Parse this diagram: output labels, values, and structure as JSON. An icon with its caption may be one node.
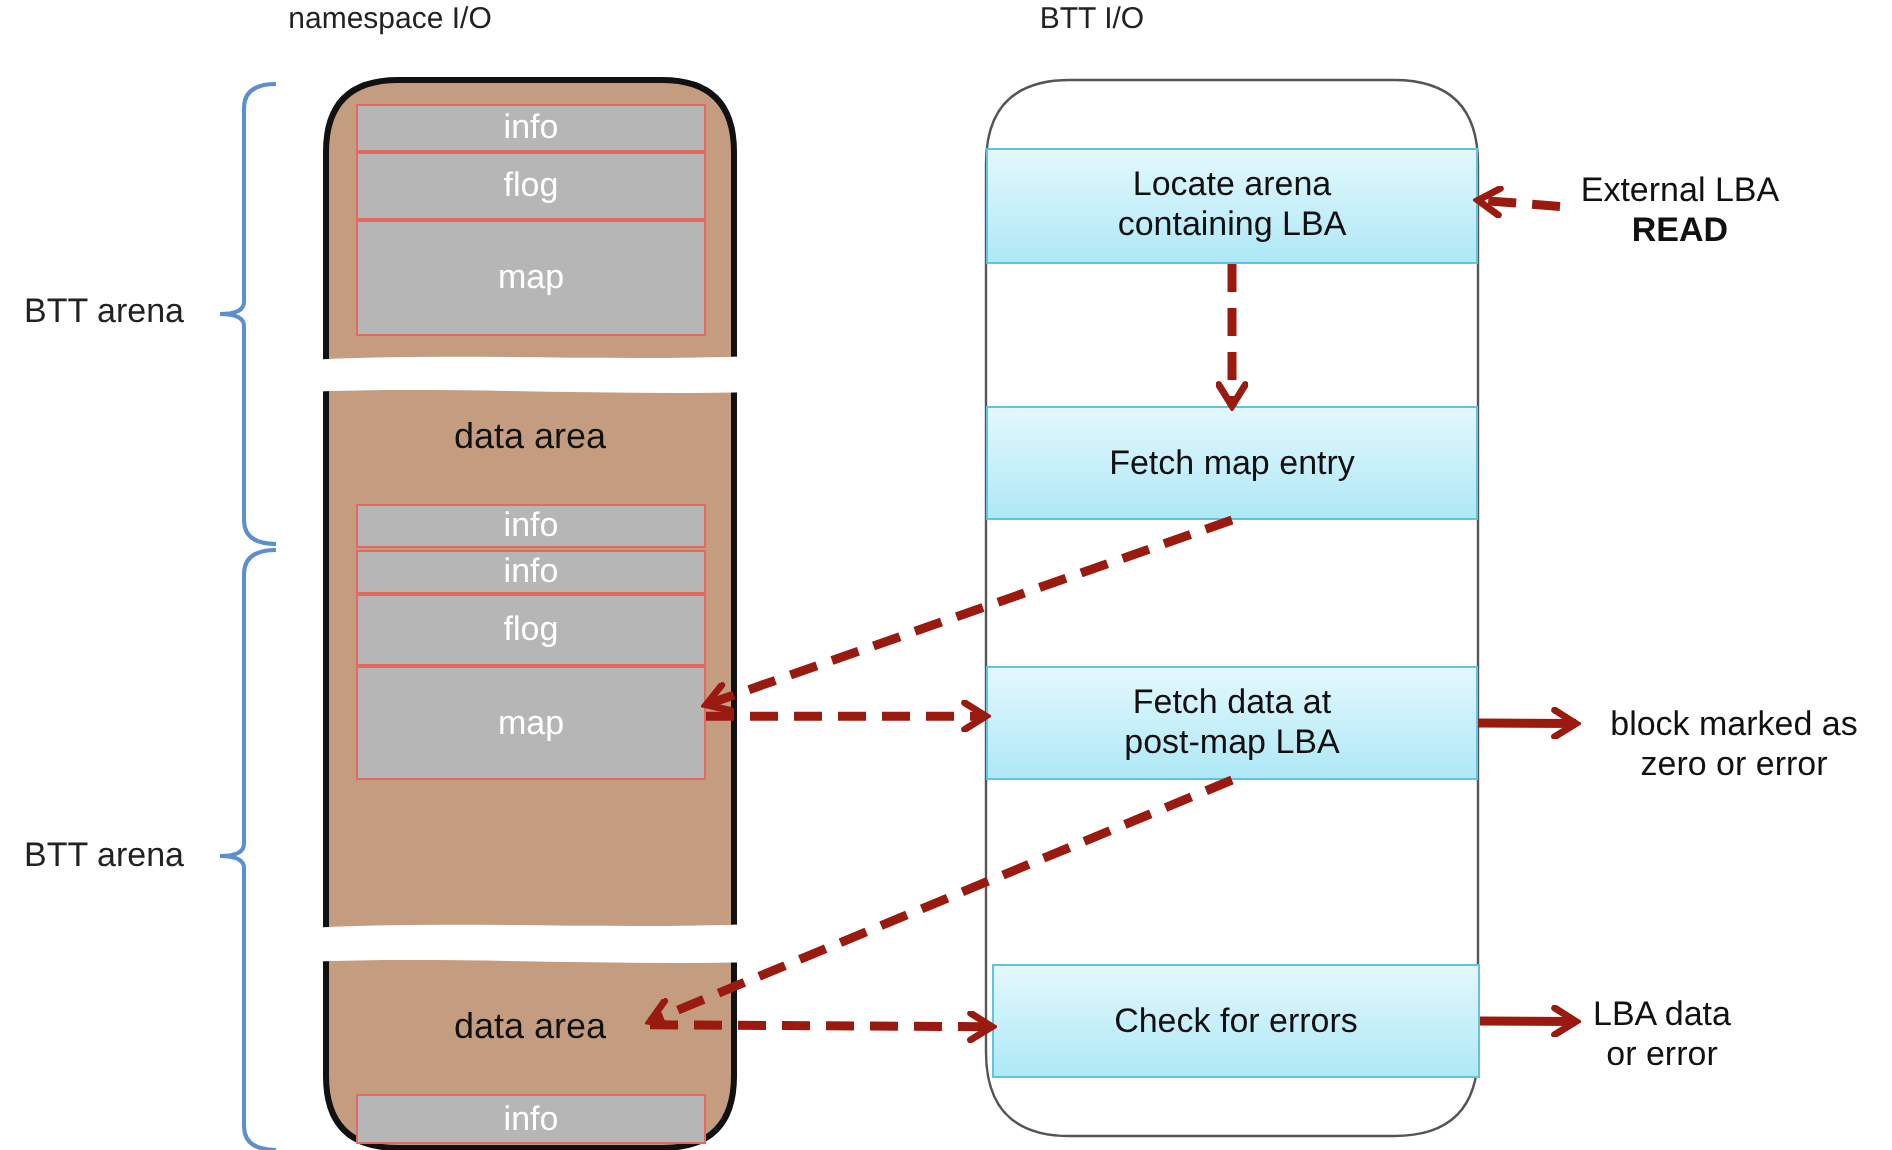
{
  "diagram": {
    "nodes": [
      {
        "text": [
          "namespace I/O"
        ]
      },
      {
        "text": [
          "info"
        ],
        "in": 0
      },
      {
        "text": [
          "flog"
        ],
        "in": 0
      },
      {
        "text": [
          "map"
        ],
        "in": 0
      },
      {
        "text": [
          "data area"
        ],
        "in": 0
      },
      {
        "text": [
          "info"
        ],
        "in": 0
      },
      {
        "text": [
          "info"
        ],
        "in": 0
      },
      {
        "text": [
          "flog"
        ],
        "in": 0
      },
      {
        "text": [
          "map"
        ],
        "in": 0
      },
      {
        "text": [
          "data area"
        ],
        "in": 0
      },
      {
        "text": [
          "info"
        ],
        "in": 0
      },
      {
        "text": [
          "BTT I/O"
        ]
      },
      {
        "text": [
          "Locate arena containing LBA"
        ],
        "in": 11
      },
      {
        "text": [
          "Fetch map entry"
        ],
        "in": 11
      },
      {
        "text": [
          "Fetch data at post-map LBA"
        ],
        "in": 11
      },
      {
        "text": [
          "Check for errors"
        ],
        "in": 11
      },
      {
        "text": [
          "External LBA **READ**"
        ]
      },
      {
        "text": [
          "block marked as zero or error"
        ]
      },
      {
        "text": [
          "LBA data or error"
        ]
      }
    ],
    "edges": [
      {
        "from": 16,
        "to": 12,
        "arrow": "to",
        "style": "dashed"
      },
      {
        "from": 12,
        "to": 13,
        "arrow": "to",
        "style": "dashed"
      },
      {
        "from": 13,
        "to": 8,
        "arrow": "to",
        "style": "dashed"
      },
      {
        "from": 8,
        "to": 14,
        "arrow": "to",
        "style": "dashed"
      },
      {
        "from": 14,
        "to": 17,
        "arrow": "to"
      },
      {
        "from": 14,
        "to": 9,
        "arrow": "to",
        "style": "dashed"
      },
      {
        "from": 9,
        "to": 15,
        "arrow": "to",
        "style": "dashed"
      },
      {
        "from": 15,
        "to": 18,
        "arrow": "to"
      }
    ],
    "labels": [
      "BTT arena",
      "BTT arena"
    ]
  }
}
